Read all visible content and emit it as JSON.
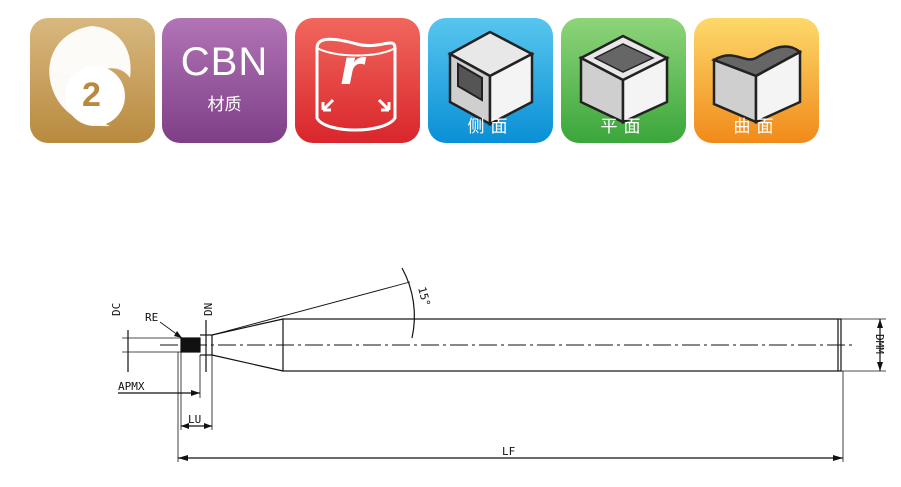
{
  "badges": {
    "flute": {
      "number": "2"
    },
    "material": {
      "main": "CBN",
      "sub": "材质"
    },
    "corner": {
      "symbol": "r"
    },
    "side": {
      "label": "侧面"
    },
    "flat": {
      "label": "平面"
    },
    "curve": {
      "label": "曲面"
    }
  },
  "drawing": {
    "dims": {
      "dc": "DC",
      "re": "RE",
      "dn": "DN",
      "apmx": "APMX",
      "lu": "LU",
      "lf": "LF",
      "dmm": "DMM",
      "angle": "15°"
    }
  }
}
